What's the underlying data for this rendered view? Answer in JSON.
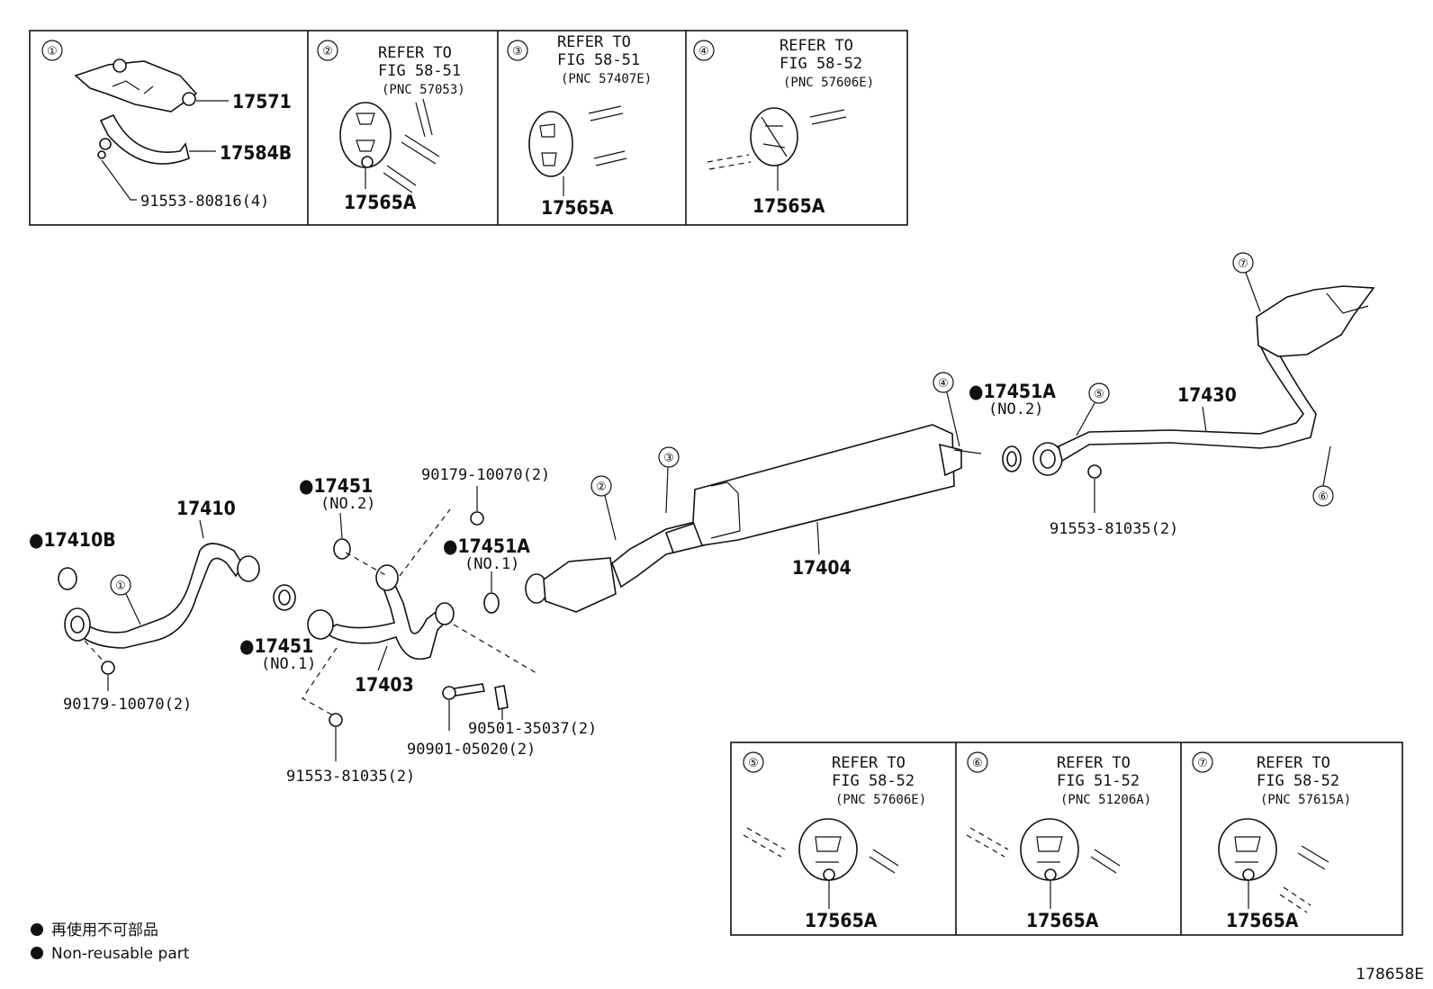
{
  "diagram_id": "178658E",
  "legend": {
    "japanese": "再使用不可部品",
    "english": "Non-reusable part"
  },
  "top_panels": [
    {
      "num": "①",
      "parts": [
        "17571",
        "17584B",
        "91553-80816(4)"
      ]
    },
    {
      "num": "②",
      "refer": "REFER TO",
      "fig": "FIG 58-51",
      "pnc": "(PNC 57053)",
      "part": "17565A"
    },
    {
      "num": "③",
      "refer": "REFER TO",
      "fig": "FIG 58-51",
      "pnc": "(PNC 57407E)",
      "part": "17565A"
    },
    {
      "num": "④",
      "refer": "REFER TO",
      "fig": "FIG 58-52",
      "pnc": "(PNC 57606E)",
      "part": "17565A"
    }
  ],
  "bottom_panels": [
    {
      "num": "⑤",
      "refer": "REFER TO",
      "fig": "FIG 58-52",
      "pnc": "(PNC 57606E)",
      "part": "17565A"
    },
    {
      "num": "⑥",
      "refer": "REFER TO",
      "fig": "FIG 51-52",
      "pnc": "(PNC 51206A)",
      "part": "17565A"
    },
    {
      "num": "⑦",
      "refer": "REFER TO",
      "fig": "FIG 58-52",
      "pnc": "(PNC 57615A)",
      "part": "17565A"
    }
  ],
  "parts": {
    "p17410B": "●17410B",
    "p17410": "17410",
    "p90179_a": "90179-10070(2)",
    "p17451_no2": "●17451",
    "p17451_no2_sub": "(NO.2)",
    "p17451_no1": "●17451",
    "p17451_no1_sub": "(NO.1)",
    "p90179_b": "90179-10070(2)",
    "p17451A_no1": "●17451A",
    "p17451A_no1_sub": "(NO.1)",
    "p17403": "17403",
    "p91553_a": "91553-81035(2)",
    "p90901": "90901-05020(2)",
    "p90501": "90501-35037(2)",
    "p17404": "17404",
    "p17451A_no2": "●17451A",
    "p17451A_no2_sub": "(NO.2)",
    "p17430": "17430",
    "p91553_b": "91553-81035(2)"
  },
  "callouts": [
    "①",
    "②",
    "③",
    "④",
    "⑤",
    "⑥",
    "⑦"
  ]
}
